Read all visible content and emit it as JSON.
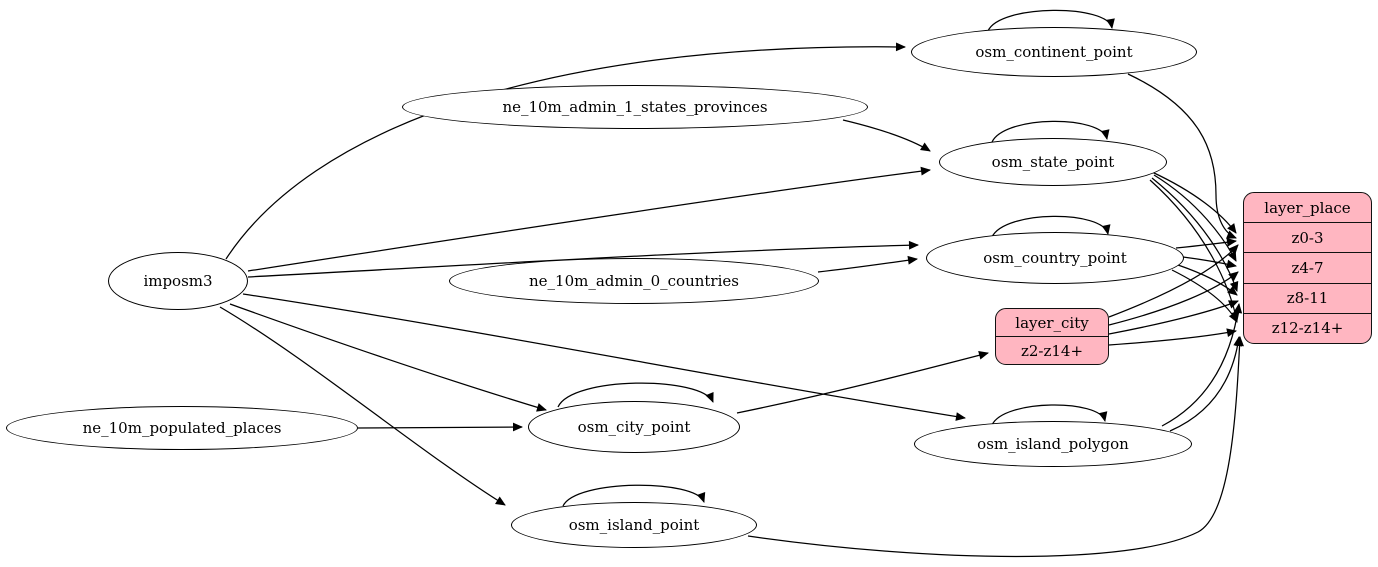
{
  "diagram": {
    "background_color": "#ffffff",
    "table_fill_color": "#ffffff",
    "record_fill_color": "#ffb6c1",
    "stroke_color": "#000000",
    "nodes": [
      {
        "id": "imposm3",
        "type": "ellipse",
        "label": "imposm3"
      },
      {
        "id": "ne_10m_admin_1_states_provinces",
        "type": "ellipse",
        "label": "ne_10m_admin_1_states_provinces"
      },
      {
        "id": "ne_10m_admin_0_countries",
        "type": "ellipse",
        "label": "ne_10m_admin_0_countries"
      },
      {
        "id": "ne_10m_populated_places",
        "type": "ellipse",
        "label": "ne_10m_populated_places"
      },
      {
        "id": "osm_continent_point",
        "type": "ellipse",
        "label": "osm_continent_point"
      },
      {
        "id": "osm_state_point",
        "type": "ellipse",
        "label": "osm_state_point"
      },
      {
        "id": "osm_country_point",
        "type": "ellipse",
        "label": "osm_country_point"
      },
      {
        "id": "osm_city_point",
        "type": "ellipse",
        "label": "osm_city_point"
      },
      {
        "id": "osm_island_polygon",
        "type": "ellipse",
        "label": "osm_island_polygon"
      },
      {
        "id": "osm_island_point",
        "type": "ellipse",
        "label": "osm_island_point"
      },
      {
        "id": "layer_place",
        "type": "record",
        "title": "layer_place",
        "rows": [
          "z0-3",
          "z4-7",
          "z8-11",
          "z12-z14+"
        ]
      },
      {
        "id": "layer_city",
        "type": "record",
        "title": "layer_city",
        "rows": [
          "z2-z14+"
        ]
      }
    ],
    "edges": [
      {
        "from": "imposm3",
        "to": "osm_continent_point"
      },
      {
        "from": "imposm3",
        "to": "osm_state_point"
      },
      {
        "from": "imposm3",
        "to": "osm_country_point"
      },
      {
        "from": "imposm3",
        "to": "osm_city_point"
      },
      {
        "from": "imposm3",
        "to": "osm_island_polygon"
      },
      {
        "from": "imposm3",
        "to": "osm_island_point"
      },
      {
        "from": "ne_10m_admin_1_states_provinces",
        "to": "osm_state_point"
      },
      {
        "from": "ne_10m_admin_0_countries",
        "to": "osm_country_point"
      },
      {
        "from": "ne_10m_populated_places",
        "to": "osm_city_point"
      },
      {
        "from": "osm_continent_point",
        "to": "osm_continent_point"
      },
      {
        "from": "osm_state_point",
        "to": "osm_state_point"
      },
      {
        "from": "osm_country_point",
        "to": "osm_country_point"
      },
      {
        "from": "osm_city_point",
        "to": "osm_city_point"
      },
      {
        "from": "osm_island_polygon",
        "to": "osm_island_polygon"
      },
      {
        "from": "osm_island_point",
        "to": "osm_island_point"
      },
      {
        "from": "osm_city_point",
        "to": "layer_city",
        "to_row": "z2-z14+"
      },
      {
        "from": "osm_continent_point",
        "to": "layer_place",
        "to_row": "z0-3"
      },
      {
        "from": "osm_state_point",
        "to": "layer_place",
        "to_row": "z0-3"
      },
      {
        "from": "osm_state_point",
        "to": "layer_place",
        "to_row": "z4-7"
      },
      {
        "from": "osm_state_point",
        "to": "layer_place",
        "to_row": "z8-11"
      },
      {
        "from": "osm_state_point",
        "to": "layer_place",
        "to_row": "z12-z14+"
      },
      {
        "from": "osm_country_point",
        "to": "layer_place",
        "to_row": "z0-3"
      },
      {
        "from": "osm_country_point",
        "to": "layer_place",
        "to_row": "z4-7"
      },
      {
        "from": "osm_country_point",
        "to": "layer_place",
        "to_row": "z8-11"
      },
      {
        "from": "osm_country_point",
        "to": "layer_place",
        "to_row": "z12-z14+"
      },
      {
        "from": "layer_city",
        "to": "layer_place",
        "to_row": "z0-3"
      },
      {
        "from": "layer_city",
        "to": "layer_place",
        "to_row": "z4-7"
      },
      {
        "from": "layer_city",
        "to": "layer_place",
        "to_row": "z8-11"
      },
      {
        "from": "layer_city",
        "to": "layer_place",
        "to_row": "z12-z14+"
      },
      {
        "from": "osm_island_polygon",
        "to": "layer_place",
        "to_row": "z8-11"
      },
      {
        "from": "osm_island_polygon",
        "to": "layer_place",
        "to_row": "z12-z14+"
      },
      {
        "from": "osm_island_point",
        "to": "layer_place",
        "to_row": "z12-z14+"
      }
    ]
  }
}
